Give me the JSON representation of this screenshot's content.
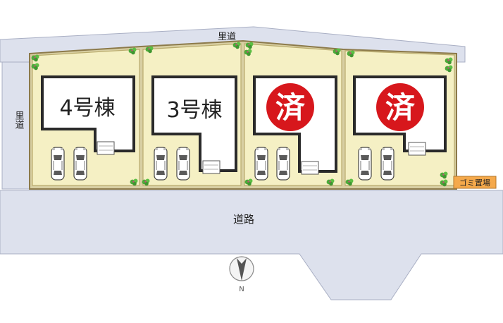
{
  "roads": {
    "north_lane": "里道",
    "west_lane": "里道",
    "main_road": "道路"
  },
  "lots": [
    {
      "label": "4号棟",
      "status": ""
    },
    {
      "label": "3号棟",
      "status": ""
    },
    {
      "label": "",
      "status": "済"
    },
    {
      "label": "",
      "status": "済"
    }
  ],
  "garbage_area": "ゴミ置場",
  "compass": {
    "letter": "N"
  },
  "colors": {
    "lot": "#f5f0c4",
    "lot_border": "#8c7a4a",
    "road": "#dde1ed",
    "road_border": "#a9afc4",
    "sold_badge": "#d7171c",
    "garbage_area": "#f5a94b",
    "tree": "#4caa3a"
  }
}
